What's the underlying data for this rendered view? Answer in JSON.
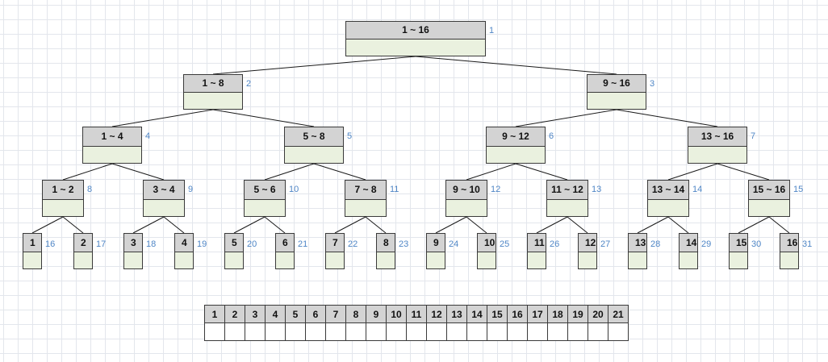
{
  "tree": {
    "nodes": [
      {
        "label": "1 ~ 16",
        "index": "1"
      },
      {
        "label": "1 ~ 8",
        "index": "2"
      },
      {
        "label": "9 ~ 16",
        "index": "3"
      },
      {
        "label": "1 ~ 4",
        "index": "4"
      },
      {
        "label": "5 ~ 8",
        "index": "5"
      },
      {
        "label": "9 ~ 12",
        "index": "6"
      },
      {
        "label": "13 ~ 16",
        "index": "7"
      },
      {
        "label": "1 ~ 2",
        "index": "8"
      },
      {
        "label": "3 ~ 4",
        "index": "9"
      },
      {
        "label": "5 ~ 6",
        "index": "10"
      },
      {
        "label": "7 ~ 8",
        "index": "11"
      },
      {
        "label": "9 ~ 10",
        "index": "12"
      },
      {
        "label": "11 ~ 12",
        "index": "13"
      },
      {
        "label": "13 ~ 14",
        "index": "14"
      },
      {
        "label": "15 ~ 16",
        "index": "15"
      },
      {
        "label": "1",
        "index": "16"
      },
      {
        "label": "2",
        "index": "17"
      },
      {
        "label": "3",
        "index": "18"
      },
      {
        "label": "4",
        "index": "19"
      },
      {
        "label": "5",
        "index": "20"
      },
      {
        "label": "6",
        "index": "21"
      },
      {
        "label": "7",
        "index": "22"
      },
      {
        "label": "8",
        "index": "23"
      },
      {
        "label": "9",
        "index": "24"
      },
      {
        "label": "10",
        "index": "25"
      },
      {
        "label": "11",
        "index": "26"
      },
      {
        "label": "12",
        "index": "27"
      },
      {
        "label": "13",
        "index": "28"
      },
      {
        "label": "14",
        "index": "29"
      },
      {
        "label": "15",
        "index": "30"
      },
      {
        "label": "16",
        "index": "31"
      }
    ]
  },
  "array": {
    "indices": [
      "1",
      "2",
      "3",
      "4",
      "5",
      "6",
      "7",
      "8",
      "9",
      "10",
      "11",
      "12",
      "13",
      "14",
      "15",
      "16",
      "17",
      "18",
      "19",
      "20",
      "21"
    ]
  },
  "colors": {
    "header_fill": "#d3d3d3",
    "body_fill": "#eaf1df",
    "index_text": "#4f86c6",
    "border": "#3a3a3a",
    "grid": "#e3e6ec"
  }
}
